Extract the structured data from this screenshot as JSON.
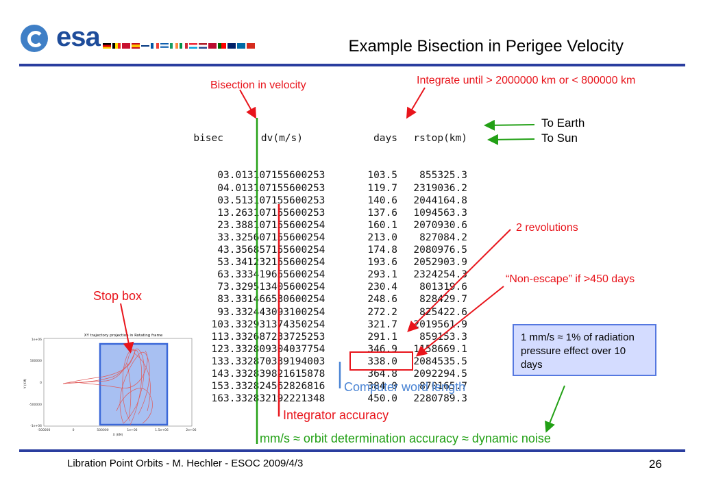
{
  "logo": {
    "text": "esa",
    "icon": "esa-globe-logo"
  },
  "title": "Example Bisection in Perigee Velocity",
  "table": {
    "headers": [
      "bisec",
      "dv(m/s)",
      "days",
      "rstop(km)"
    ],
    "rows": [
      [
        "0",
        "3.013107155600253",
        "103.5",
        "855325.3"
      ],
      [
        "0",
        "4.013107155600253",
        "119.7",
        "2319036.2"
      ],
      [
        "0",
        "3.513107155600253",
        "140.6",
        "2044164.8"
      ],
      [
        "1",
        "3.263107155600253",
        "137.6",
        "1094563.3"
      ],
      [
        "2",
        "3.388107155600254",
        "160.1",
        "2070930.6"
      ],
      [
        "3",
        "3.325607155600254",
        "213.0",
        "827084.2"
      ],
      [
        "4",
        "3.356857155600254",
        "174.8",
        "2080976.5"
      ],
      [
        "5",
        "3.341232155600254",
        "193.6",
        "2052903.9"
      ],
      [
        "6",
        "3.333419655600254",
        "293.1",
        "2324254.3"
      ],
      [
        "7",
        "3.329513405600254",
        "230.4",
        "801319.6"
      ],
      [
        "8",
        "3.331466530600254",
        "248.6",
        "828429.7"
      ],
      [
        "9",
        "3.332443093100254",
        "272.2",
        "825422.6"
      ],
      [
        "10",
        "3.332931374350254",
        "321.7",
        "2019561.9"
      ],
      [
        "11",
        "3.332687233725253",
        "291.1",
        "859153.3"
      ],
      [
        "12",
        "3.332809304037754",
        "346.9",
        "1158669.1"
      ],
      [
        "13",
        "3.332870339194003",
        "338.0",
        "2084535.5"
      ],
      [
        "14",
        "3.332839821615878",
        "364.8",
        "2092294.5"
      ],
      [
        "15",
        "3.332824562826816",
        "384.0",
        "870165.7"
      ],
      [
        "16",
        "3.332832192221348",
        "450.0",
        "2280789.3"
      ]
    ]
  },
  "annotations": {
    "bisection_velocity": "Bisection in velocity",
    "integrate_until": "Integrate until > 2000000 km or < 800000 km",
    "to_earth": "To Earth",
    "to_sun": "To Sun",
    "two_revolutions": "2 revolutions",
    "non_escape": "“Non-escape” if >450 days",
    "stop_box": "Stop box",
    "computer_word_length": "Computer word length",
    "integrator_accuracy": "Integrator accuracy",
    "mm_s": "mm/s ≈ orbit determination accuracy ≈ dynamic noise",
    "note": "1 mm/s ≈ 1% of radiation pressure effect over 10 days"
  },
  "plot": {
    "title": "XY trajectory projection in Rotating frame",
    "xlabel": "X (KM)",
    "ylabel": "Y (KM)",
    "xticks": [
      "-500000",
      "0",
      "500000",
      "1e+06",
      "1.5e+06",
      "2e+06"
    ],
    "yticks": [
      "1e+06",
      "500000",
      "0",
      "-500000",
      "-1e+06"
    ]
  },
  "footer": {
    "left": "Libration Point Orbits -  M. Hechler - ESOC 2009/4/3",
    "page": "26"
  },
  "colors": {
    "rule": "#2a3d9f",
    "red": "#e8141b",
    "green": "#22a015",
    "blue": "#4a84d4"
  }
}
